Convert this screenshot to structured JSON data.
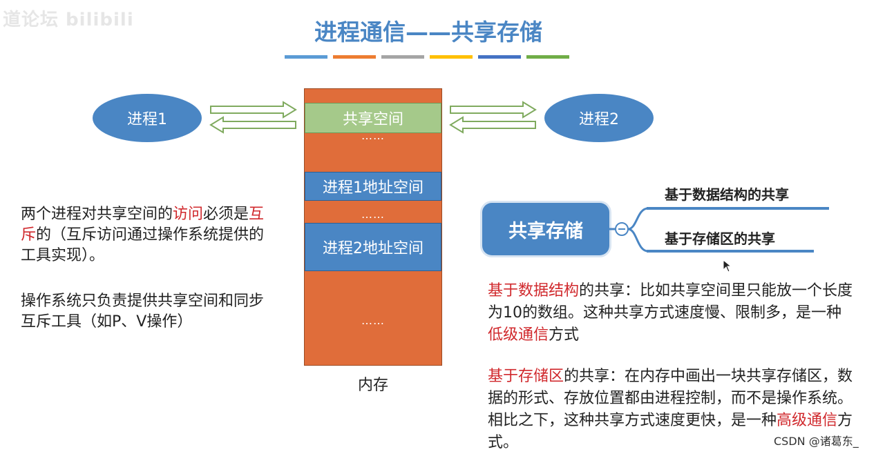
{
  "watermark": "道论坛 bilibili",
  "title": "进程通信——共享存储",
  "color_bar": [
    "#5b9bd5",
    "#ed7d31",
    "#a5a5a5",
    "#ffc000",
    "#4472c4",
    "#70ad47"
  ],
  "process1": "进程1",
  "process2": "进程2",
  "memory": {
    "shared": "共享空间",
    "dots": "……",
    "p1_space": "进程1地址空间",
    "p2_space": "进程2地址空间",
    "label": "内存"
  },
  "left": {
    "p1_a": "两个进程对共享空间的",
    "p1_b": "访问",
    "p1_c": "必须是",
    "p1_d": "互斥",
    "p1_e": "的（互斥访问通过操作系统提供的工具实现）。",
    "p2": "操作系统只负责提供共享空间和同步互斥工具（如P、V操作）"
  },
  "mindmap": {
    "root": "共享存储",
    "branch1": "基于数据结构的共享",
    "branch2": "基于存储区的共享",
    "collapse": "⊖"
  },
  "right": {
    "a1": "基于数据结构",
    "a2": "的共享：比如共享空间里只能放一个长度为10的数组。这种共享方式速度慢、限制多，是一种",
    "a3": "低级通信",
    "a4": "方式",
    "b1": "基于存储区",
    "b2": "的共享：在内存中画出一块共享存储区，数据的形式、存放位置都由进程控制，而不是操作系统。相比之下，这种共享方式速度更快，是一种",
    "b3": "高级通信",
    "b4": "方式。"
  },
  "footer": "CSDN @诸葛东_"
}
